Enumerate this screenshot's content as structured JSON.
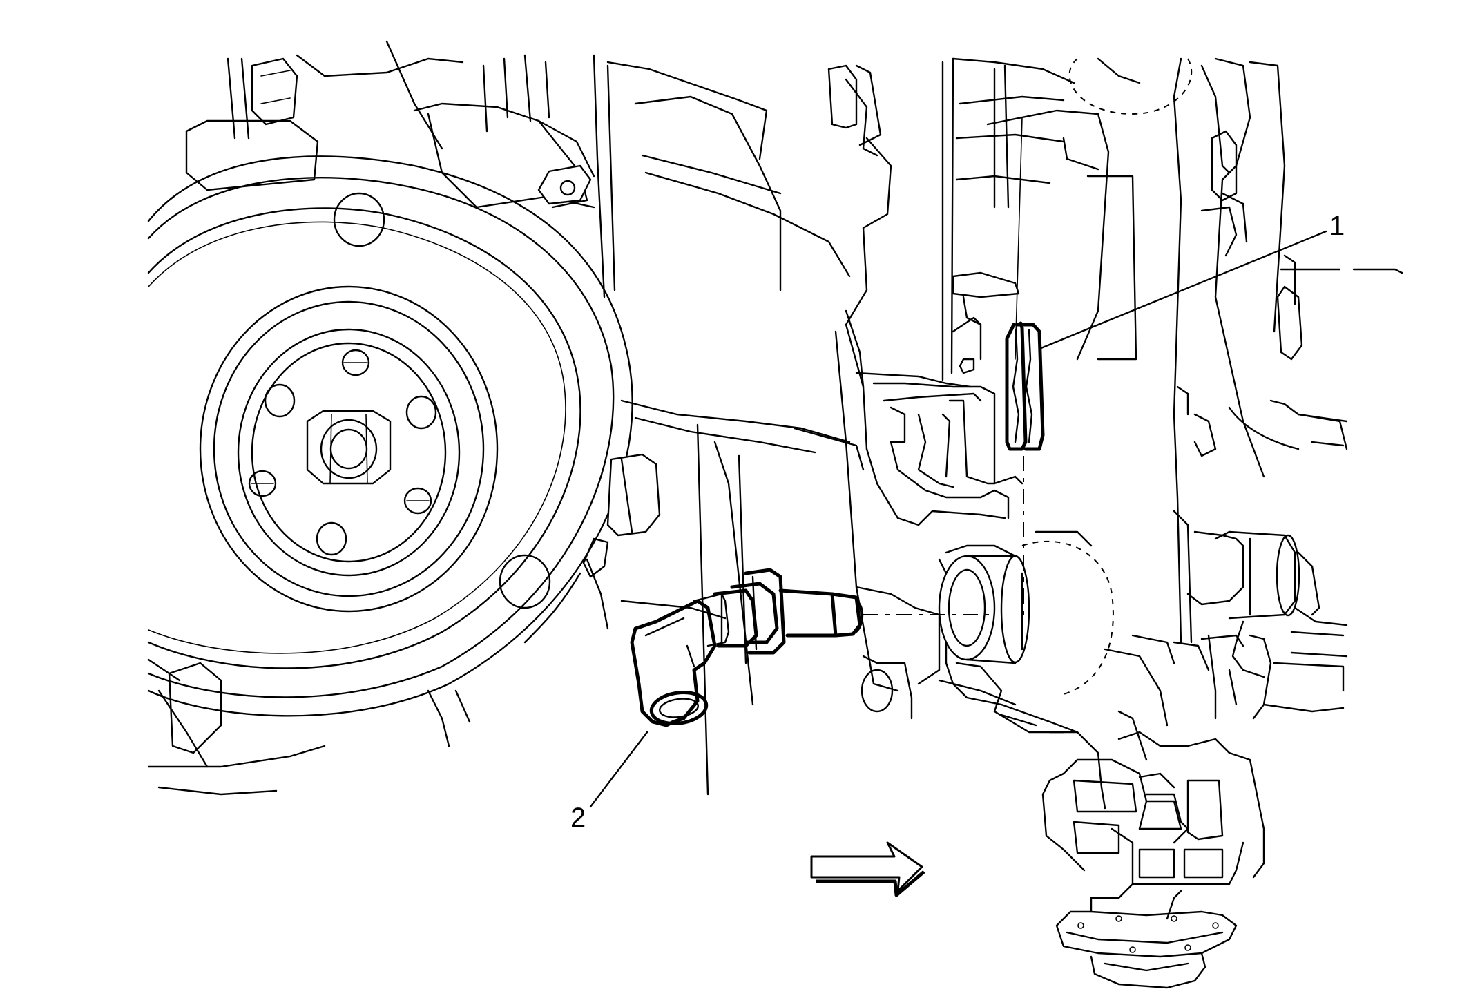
{
  "diagram": {
    "callouts": [
      {
        "number": "1"
      },
      {
        "number": "2"
      }
    ],
    "direction_arrow": {
      "points": "right",
      "fill": "#ffffff",
      "stroke": "#000000"
    },
    "colors": {
      "line": "#000000",
      "background": "#ffffff"
    }
  }
}
